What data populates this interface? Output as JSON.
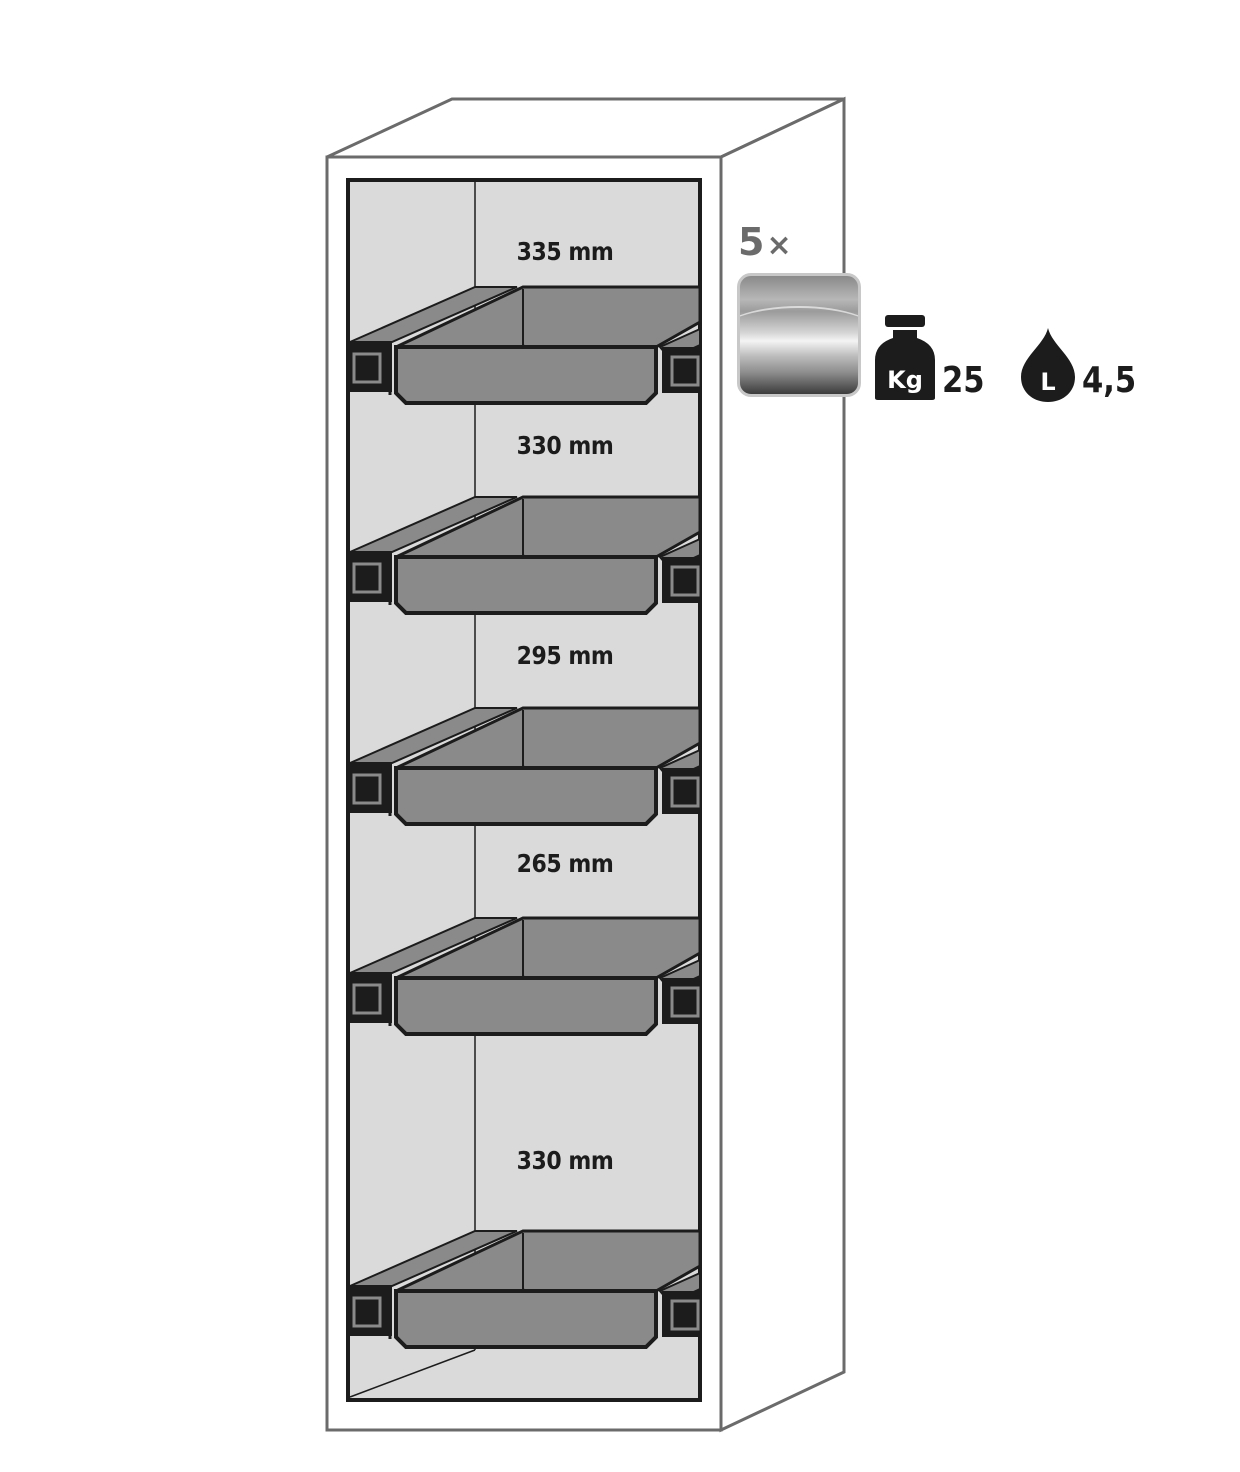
{
  "diagram": {
    "subject": "cabinet-with-shelf-trays",
    "colors": {
      "outline": "#6b6b6b",
      "inner_frame": "#1c1c1c",
      "interior": "#dadada",
      "tray": "#8a8a8a",
      "tray_dark": "#1c1c1c",
      "label": "#1c1c1c",
      "count_label": "#6b6b6b"
    },
    "compartment_heights": [
      {
        "label": "335 mm",
        "value": 335,
        "unit": "mm"
      },
      {
        "label": "330 mm",
        "value": 330,
        "unit": "mm"
      },
      {
        "label": "295 mm",
        "value": 295,
        "unit": "mm"
      },
      {
        "label": "265 mm",
        "value": 265,
        "unit": "mm"
      },
      {
        "label": "330 mm",
        "value": 330,
        "unit": "mm"
      }
    ],
    "tray_count": 5
  },
  "legend": {
    "quantity": "5",
    "multiplier_symbol": "×",
    "material_icon": "stainless-steel-swatch",
    "load": {
      "icon": "weight-kg-icon",
      "icon_text": "Kg",
      "value": "25"
    },
    "volume": {
      "icon": "liquid-drop-icon",
      "icon_text": "L",
      "value": "4,5"
    }
  }
}
